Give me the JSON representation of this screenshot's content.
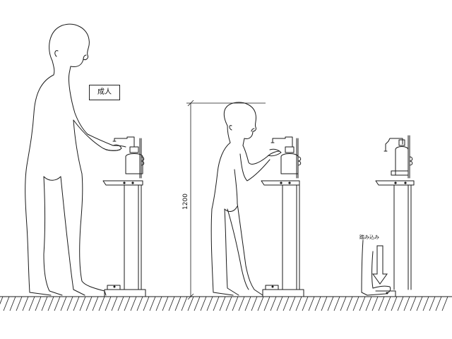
{
  "labels": {
    "adult": "成人",
    "pedal": "踏み込み",
    "dimension": "1200"
  },
  "icons": [
    "adult-figure",
    "child-figure",
    "dispenser-stand",
    "soap-bottle",
    "foot-pedal",
    "down-arrow",
    "floor-hatching",
    "dimension-line"
  ],
  "colors": {
    "line": "#1a1a1a",
    "background": "#ffffff"
  }
}
